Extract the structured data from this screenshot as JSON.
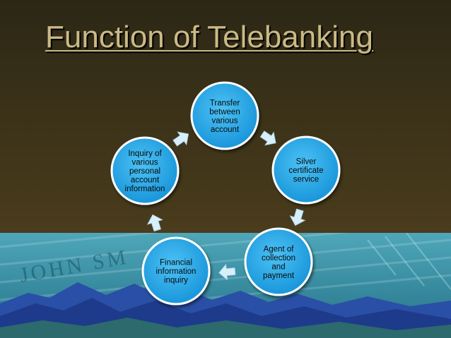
{
  "slide": {
    "title": "Function of Telebanking"
  },
  "diagram": {
    "type": "cycle",
    "node_fill": "#23a3e6",
    "node_stroke": "#ffffff",
    "arrow_color": "#d8eef8",
    "nodes": [
      {
        "id": "transfer",
        "lines": [
          "Transfer",
          "between",
          "various",
          "account"
        ]
      },
      {
        "id": "silver",
        "lines": [
          "Silver",
          "certificate",
          "service"
        ]
      },
      {
        "id": "agent",
        "lines": [
          "Agent of",
          "collection",
          "and",
          "payment"
        ]
      },
      {
        "id": "financial",
        "lines": [
          "Financial",
          "information",
          "inquiry"
        ]
      },
      {
        "id": "inquiry",
        "lines": [
          "Inquiry of",
          "various",
          "personal",
          "account",
          "information"
        ]
      }
    ]
  },
  "background": {
    "watermark_text": "JOHN SM"
  }
}
